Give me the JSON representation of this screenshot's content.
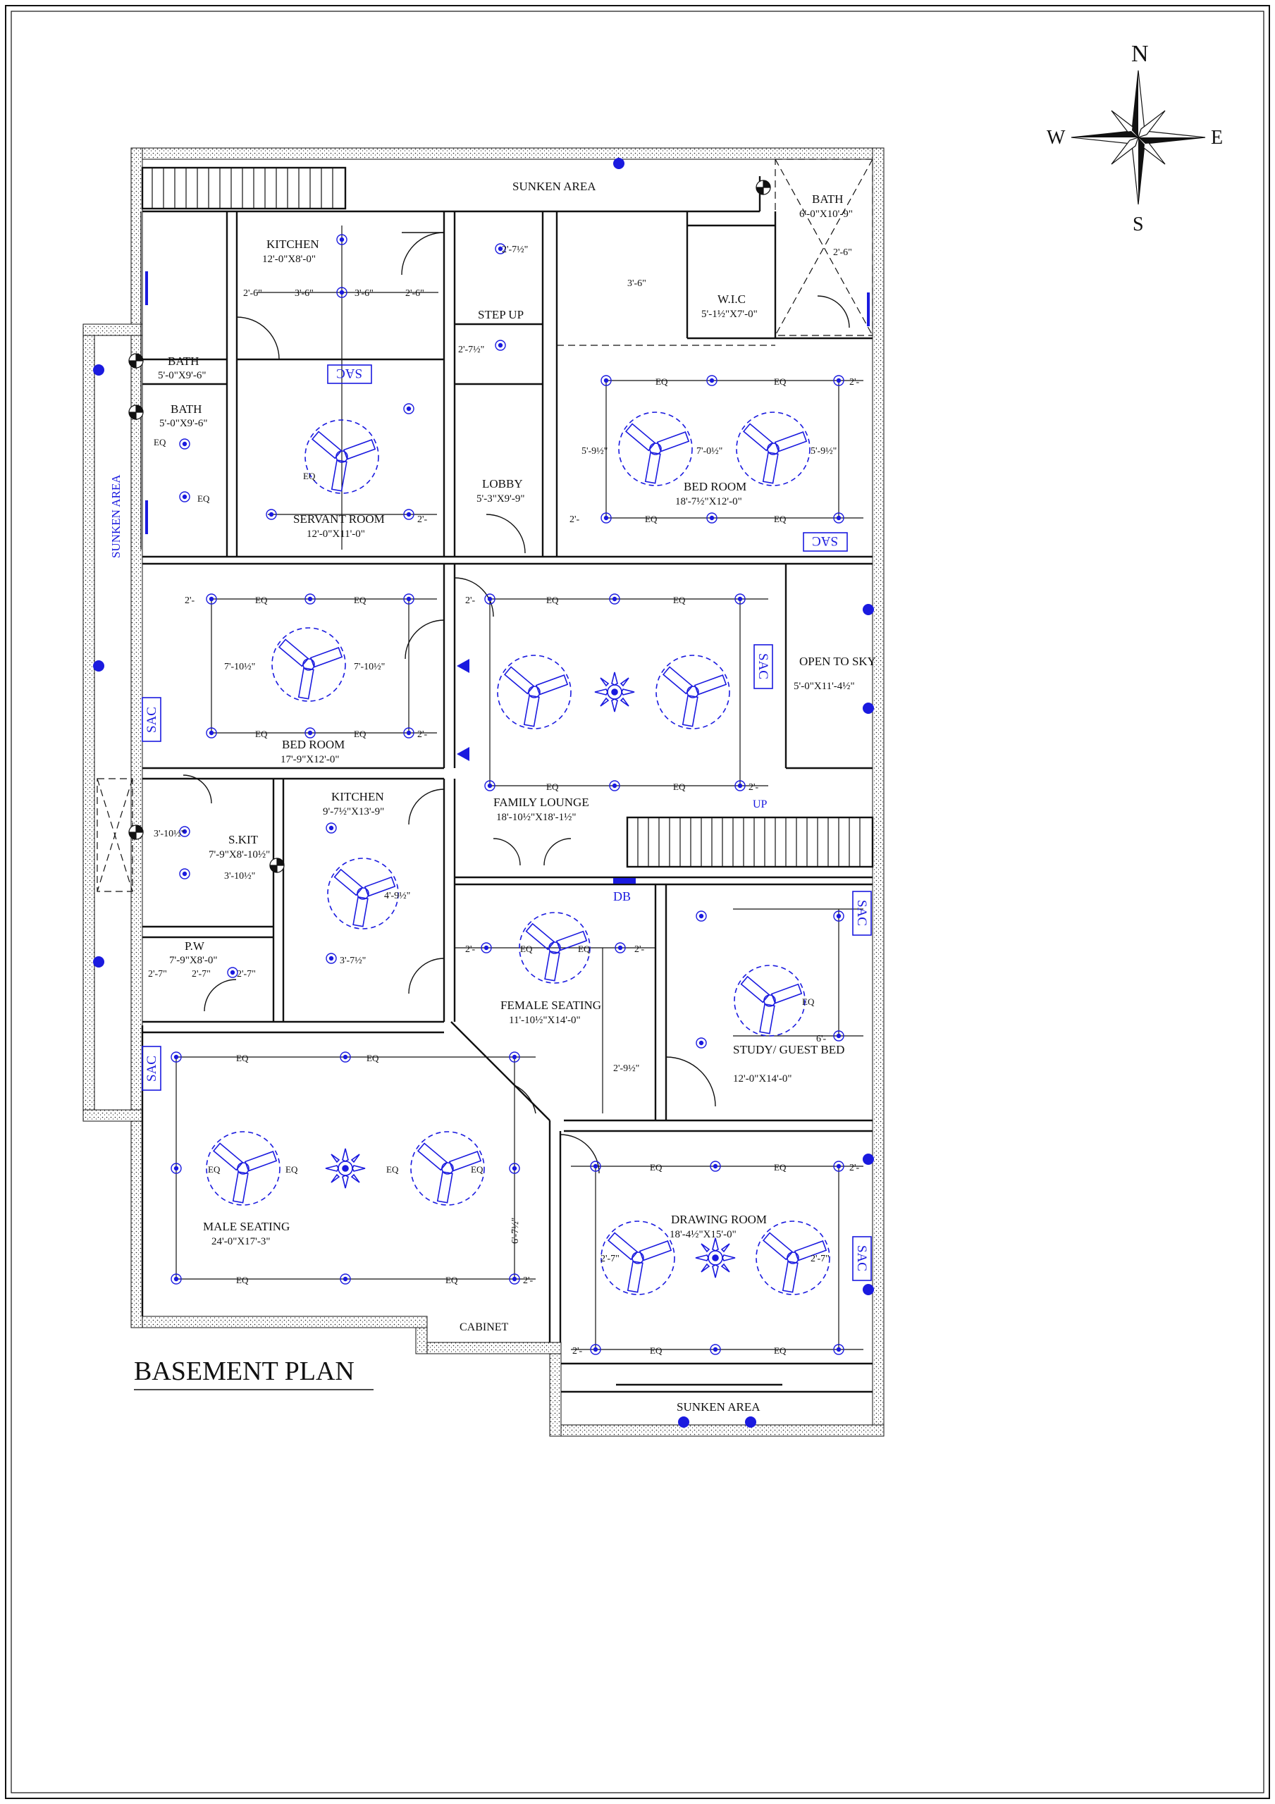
{
  "plan_title": "BASEMENT PLAN",
  "compass": {
    "n": "N",
    "e": "E",
    "s": "S",
    "w": "W"
  },
  "colors": {
    "ink": "#111111",
    "fixture": "#1a1adf",
    "wall_fill": "#ffffff"
  },
  "rooms": {
    "sunken_top": "SUNKEN AREA",
    "sunken_left": "SUNKEN AREA",
    "sunken_bottom": "SUNKEN AREA",
    "kitchen_top": {
      "name": "KITCHEN",
      "size": "12'-0\"X8'-0\""
    },
    "bath_1": {
      "name": "BATH",
      "size": "5'-0\"X9'-6\""
    },
    "bath_2": {
      "name": "BATH",
      "size": "5'-0\"X9'-6\""
    },
    "servant_room": {
      "name": "SERVANT ROOM",
      "size": "12'-0\"X11'-0\""
    },
    "step_up": "STEP UP",
    "lobby": {
      "name": "LOBBY",
      "size": "5'-3\"X9'-9\""
    },
    "bath_ne": {
      "name": "BATH",
      "size": "6'-0\"X10'-9\""
    },
    "wic": {
      "name": "W.I.C",
      "size": "5'-1½\"X7'-0\""
    },
    "bed_room_ne": {
      "name": "BED ROOM",
      "size": "18'-7½\"X12'-0\""
    },
    "bed_room_w": {
      "name": "BED ROOM",
      "size": "17'-9\"X12'-0\""
    },
    "open_to_sky": {
      "name": "OPEN TO SKY",
      "size": "5'-0\"X11'-4½\""
    },
    "family_lounge": {
      "name": "FAMILY LOUNGE",
      "size": "18'-10½\"X18'-1½\""
    },
    "kitchen_mid": {
      "name": "KITCHEN",
      "size": "9'-7½\"X13'-9\""
    },
    "s_kit": {
      "name": "S.KIT",
      "size": "7'-9\"X8'-10½\""
    },
    "pw": {
      "name": "P.W",
      "size": "7'-9\"X8'-0\""
    },
    "female_seating": {
      "name": "FEMALE SEATING",
      "size": "11'-10½\"X14'-0\""
    },
    "study": {
      "name": "STUDY/ GUEST BED",
      "size": "12'-0\"X14'-0\""
    },
    "male_seating": {
      "name": "MALE SEATING",
      "size": "24'-0\"X17'-3\""
    },
    "drawing_room": {
      "name": "DRAWING ROOM",
      "size": "18'-4½\"X15'-0\""
    },
    "cabinet": "CABINET",
    "up": "UP",
    "db": "DB"
  },
  "labels": {
    "eq": "EQ",
    "sac": "SAC",
    "two_ft": "2'-"
  },
  "dims": {
    "k1": "2'-6\"",
    "k2": "3'-6\"",
    "k3": "3'-6\"",
    "k4": "2'-6\"",
    "lobby_w": "2'-7½\"",
    "lobby_top": "2'-7½\"",
    "wic_dim": "3'-6\"",
    "bath_dim": "2'-6\"",
    "bed_ne_a": "5'-9½\"",
    "bed_ne_b": "7'-0½\"",
    "bed_ne_c": "5'-9½\"",
    "bed_w_a": "7'-10½\"",
    "bed_w_b": "7'-10½\"",
    "kit_mid_a": "4'-9½\"",
    "kit_mid_b": "3'-7½\"",
    "skit_a": "3'-10½\"",
    "skit_b": "3'-10½\"",
    "pw_a": "2'-7\"",
    "pw_b": "2'-7\"",
    "pw_c": "2'-7\"",
    "fem_a": "2'-9½\"",
    "male_a": "6'-7½\"",
    "dr_a": "2'-7\"",
    "dr_b": "2'-7\"",
    "study_a": "6'-"
  }
}
